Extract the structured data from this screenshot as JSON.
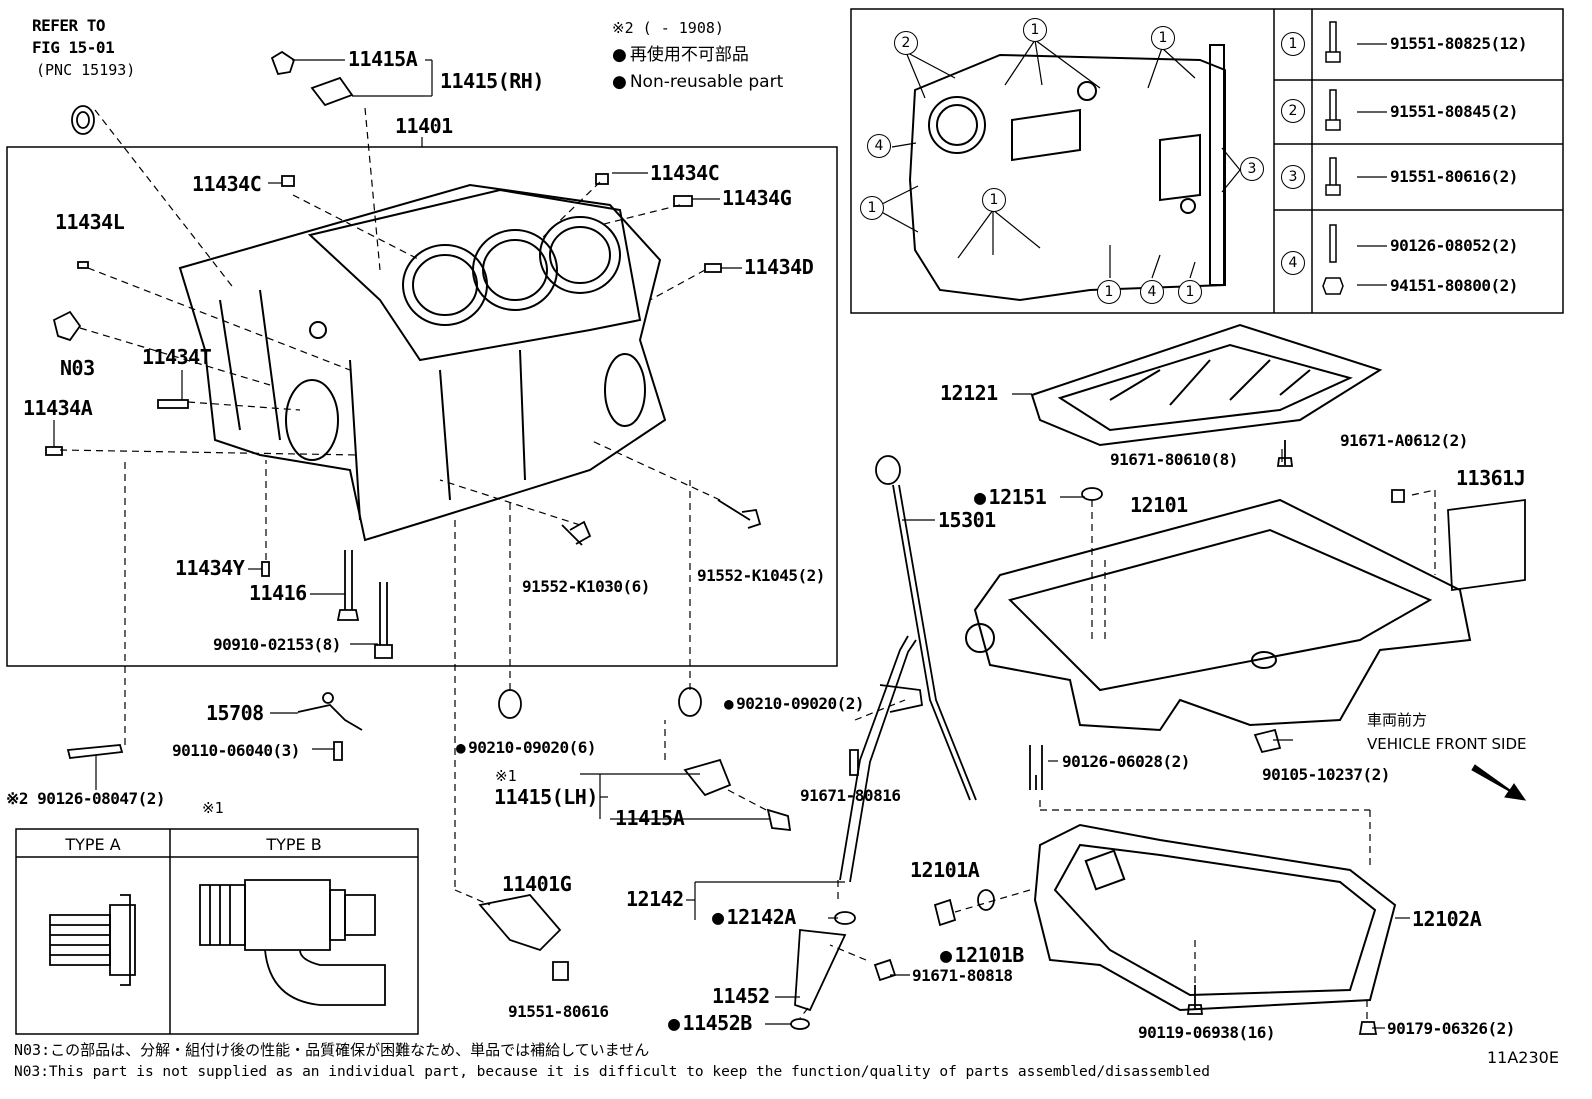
{
  "refer": {
    "line1": "REFER TO",
    "line2": "FIG 15-01",
    "line3": "(PNC 15193)"
  },
  "notes": {
    "mark": "※2 (      - 1908)",
    "jp": "再使用不可部品",
    "en": "Non-reusable part"
  },
  "parts": {
    "p11415A_top": "11415A",
    "p11415RH": "11415(RH)",
    "p11401": "11401",
    "p11434C_l": "11434C",
    "p11434C_r": "11434C",
    "p11434G": "11434G",
    "p11434D": "11434D",
    "p11434L": "11434L",
    "pN03": "N03",
    "p11434T": "11434T",
    "p11434A": "11434A",
    "p11434Y": "11434Y",
    "p11416": "11416",
    "p90910": "90910-02153(8)",
    "p91552K1030": "91552-K1030(6)",
    "p91552K1045": "91552-K1045(2)",
    "p15708": "15708",
    "p90110": "90110-06040(3)",
    "p90126_08047": "※2 90126-08047(2)",
    "p90210_6": "90210-09020(6)",
    "p90210_2": "90210-09020(2)",
    "mark1_a": "※1",
    "p11415LH": "11415(LH)",
    "p11415A_bot": "11415A",
    "p91671_80816": "91671-80816",
    "p11401G": "11401G",
    "p91551_80616": "91551-80616",
    "p12142": "12142",
    "p12142A": "12142A",
    "p11452": "11452",
    "p11452B": "11452B",
    "p15301": "15301",
    "p12151": "12151",
    "p12101": "12101",
    "p12121": "12121",
    "p91671_80610": "91671-80610(8)",
    "p91671_A0612": "91671-A0612(2)",
    "p11361J": "11361J",
    "p12101A": "12101A",
    "p12101B": "12101B",
    "p91671_80818": "91671-80818",
    "p90126_06028": "90126-06028(2)",
    "p90105": "90105-10237(2)",
    "p12102A": "12102A",
    "p90119": "90119-06938(16)",
    "p90179": "90179-06326(2)"
  },
  "front": {
    "jp": "車両前方",
    "en": "VEHICLE FRONT SIDE"
  },
  "types": {
    "mark": "※1",
    "a": "TYPE A",
    "b": "TYPE B"
  },
  "legend": [
    {
      "num": "1",
      "parts": [
        "91551-80825(12)"
      ]
    },
    {
      "num": "2",
      "parts": [
        "91551-80845(2)"
      ]
    },
    {
      "num": "3",
      "parts": [
        "91551-80616(2)"
      ]
    },
    {
      "num": "4",
      "parts": [
        "90126-08052(2)",
        "94151-80800(2)"
      ]
    }
  ],
  "inset_callouts": [
    "2",
    "1",
    "1",
    "4",
    "1",
    "1",
    "3",
    "1",
    "4",
    "1"
  ],
  "footer": {
    "jp": "N03:この部品は、分解・組付け後の性能・品質確保が困難なため、単品では補給していません",
    "en": "N03:This part is not supplied as an individual part, because it is difficult to keep the function/quality of parts assembled/disassembled",
    "code": "11A230E"
  }
}
